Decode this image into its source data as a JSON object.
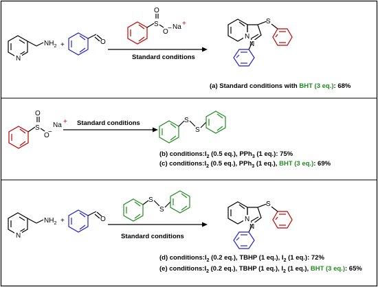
{
  "atoms": {
    "N": "N",
    "NH": "NH",
    "two": "2",
    "O": "O",
    "S": "S",
    "Na": "Na",
    "plus": "+",
    "minus": "−"
  },
  "row1": {
    "condition_label": "Standard conditions",
    "result_prefix": "(a) Standard conditions with ",
    "result_reagent": "BHT (3 eq.)",
    "result_suffix": ": 68%"
  },
  "row2": {
    "condition_label": "Standard conditions",
    "line_b": {
      "p1": "(b) conditions:I",
      "s1": "2",
      "p2": " (0.5 eq.), PPh",
      "s2": "3",
      "p3": " (1 eq.): 75%"
    },
    "line_c": {
      "p1": "(c) conditions:I",
      "s1": "2",
      "p2": " (0.5 eq.), PPh",
      "s2": "3",
      "p3": " (1 eq.), ",
      "green": "BHT (3 eq.)",
      "p4": ": 69%"
    }
  },
  "row3": {
    "condition_label": "Standard conditions",
    "line_d": {
      "p1": "(d) conditions:I",
      "s1": "2",
      "p2": " (0.2 eq.), TBHP (1 eq.), I",
      "s2": "2",
      "p3": " (1 eq.): 72%"
    },
    "line_e": {
      "p1": "(e) conditions:I",
      "s1": "2",
      "p2": " (0.2 eq.), TBHP (1 eq.), I",
      "s2": "2",
      "p3": " (1 eq.), ",
      "green": "BHT (3 eq.)",
      "p4": ": 65%"
    }
  },
  "colors": {
    "red": "#c00000",
    "blue": "#1f1fd6",
    "green": "#1e8c1e",
    "black": "#000000"
  }
}
